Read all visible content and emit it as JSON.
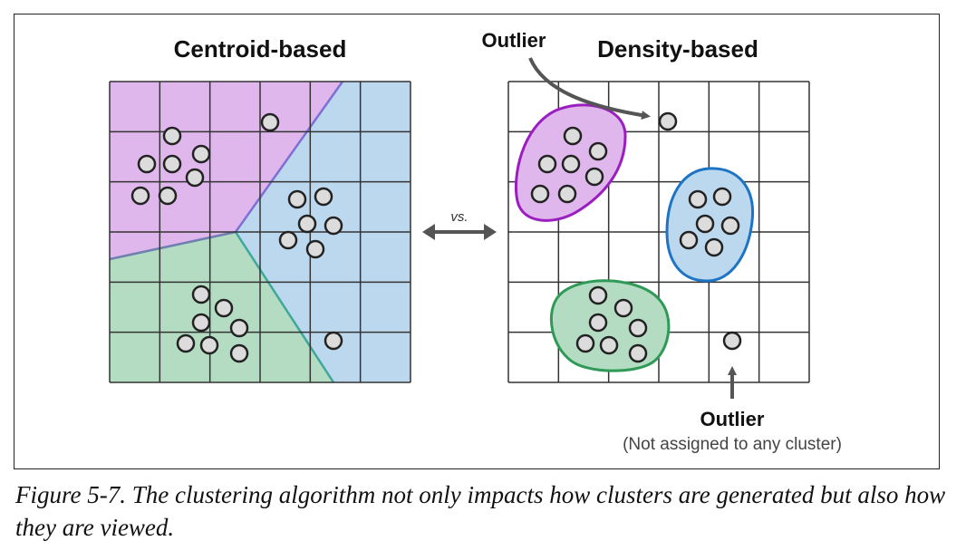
{
  "left_panel": {
    "title": "Centroid-based"
  },
  "right_panel": {
    "title": "Density-based"
  },
  "vs_label": "vs.",
  "outlier_top": {
    "label": "Outlier"
  },
  "outlier_bottom": {
    "label": "Outlier",
    "note": "(Not assigned to any cluster)"
  },
  "caption": "Figure 5-7. The clustering algorithm not only impacts how clusters are generated but also how they are viewed.",
  "colors": {
    "purple_fill": "#dfb7ec",
    "purple_stroke": "#9b1fc0",
    "blue_fill": "#bcd8ef",
    "blue_stroke": "#1e74c4",
    "green_fill": "#b3dcc2",
    "green_stroke": "#2e9a55",
    "point_fill": "#dcdcdc",
    "grid": "#333333"
  },
  "icons": [
    "arrow-icon",
    "double-arrow-icon"
  ]
}
